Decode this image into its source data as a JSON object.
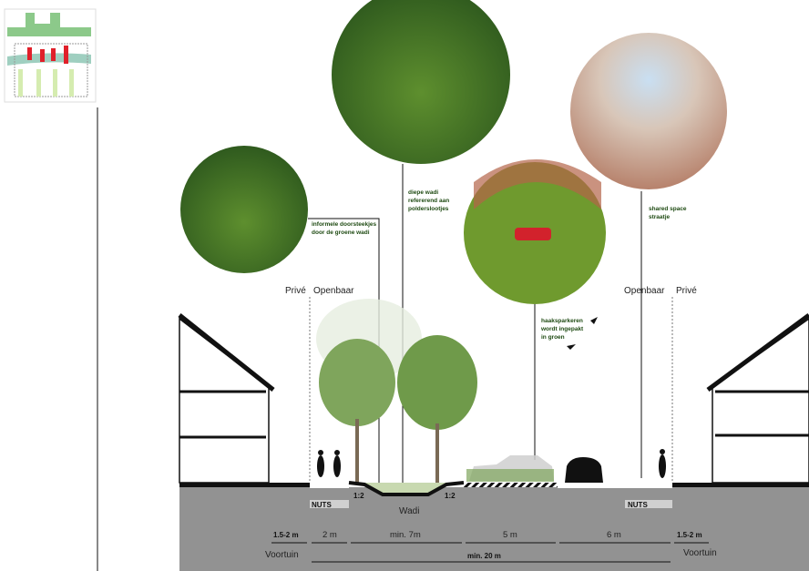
{
  "zones": {
    "prive": "Privé",
    "openbaar": "Openbaar"
  },
  "annotations": [
    "informele doorsteekjes",
    "door de groene wadi",
    "diepe wadi",
    "refererend aan",
    "polderslootjes",
    "shared space",
    "straatje",
    "haaksparkeren",
    "wordt ingepakt",
    "in groen"
  ],
  "section": {
    "nuts": "NUTS",
    "slope": "1:2",
    "wadi": "Wadi",
    "voortuin": "Voortuin"
  },
  "dimensions": [
    "1.5-2 m",
    "2 m",
    "min. 7m",
    "5 m",
    "6 m",
    "1.5-2 m"
  ],
  "total": "min. 20 m",
  "colors": {
    "ground": "#929292",
    "accent": "#e0202a",
    "green": "#8cc98a",
    "annotation": "#1e4a12"
  }
}
